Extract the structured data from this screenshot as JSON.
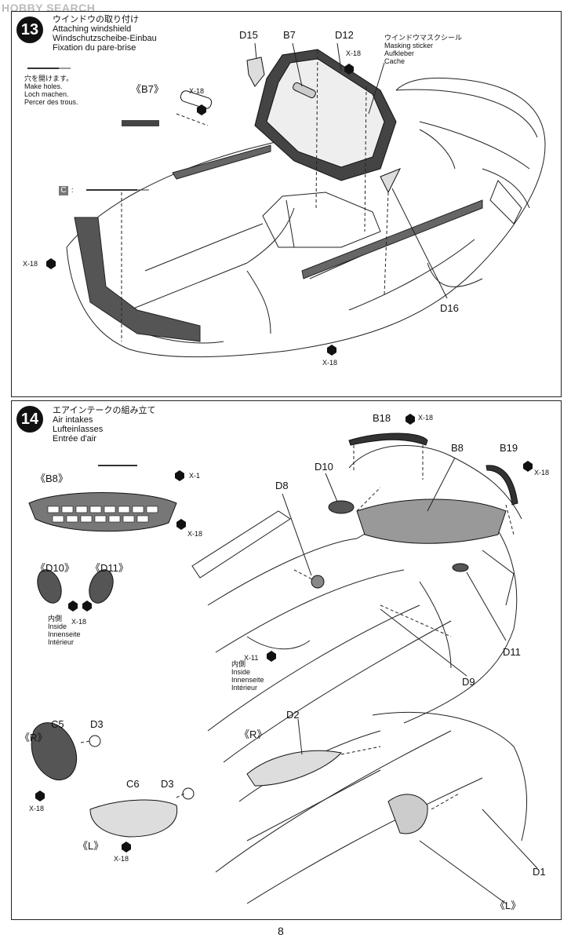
{
  "watermark": "HOBBY SEARCH",
  "step13": {
    "number": "13",
    "titles": [
      "ウインドウの取り付け",
      "Attaching windshield",
      "Windschutzscheibe-Einbau",
      "Fixation du pare-brise"
    ],
    "hole_note": [
      "穴を開けます。",
      "Make holes.",
      "Loch machen.",
      "Percer des trous."
    ],
    "masking": [
      "ウインドウマスクシール",
      "Masking sticker",
      "Aufkleber",
      "Cache"
    ],
    "parts": {
      "d15": "D15",
      "b7": "B7",
      "d12": "D12",
      "d16": "D16",
      "b7_bracket": "《B7》",
      "c_tag": "C",
      "c_colon": ":"
    },
    "screws": {
      "x18_top": "X-18",
      "x18_b7": "X-18",
      "x18_left": "X-18",
      "x18_bottom": "X-18"
    }
  },
  "step14": {
    "number": "14",
    "titles": [
      "エアインテークの組み立て",
      "Air intakes",
      "Lufteinlasses",
      "Entrée d'air"
    ],
    "inside_a": [
      "内側",
      "Inside",
      "Innenseite",
      "Intérieur"
    ],
    "inside_b": [
      "内側",
      "Inside",
      "Innenseite",
      "Intérieur"
    ],
    "parts": {
      "b8_bracket": "《B8》",
      "d10_bracket": "《D10》",
      "d11_bracket": "《D11》",
      "b18": "B18",
      "b8": "B8",
      "b19": "B19",
      "d10": "D10",
      "d8": "D8",
      "d11": "D11",
      "d9": "D9",
      "c5": "C5",
      "d3a": "D3",
      "c6": "C6",
      "d3b": "D3",
      "d2": "D2",
      "d1": "D1",
      "r_a": "《R》",
      "r_b": "《R》",
      "l_a": "《L》",
      "l_b": "《L》"
    },
    "screws": {
      "x1": "X-1",
      "x18_b8": "X-18",
      "x18_b18": "X-18",
      "x18_b19": "X-18",
      "x18_d10": "X-18",
      "x11": "X-11",
      "x18_c5": "X-18",
      "x18_c6": "X-18"
    }
  },
  "page_number": "8"
}
